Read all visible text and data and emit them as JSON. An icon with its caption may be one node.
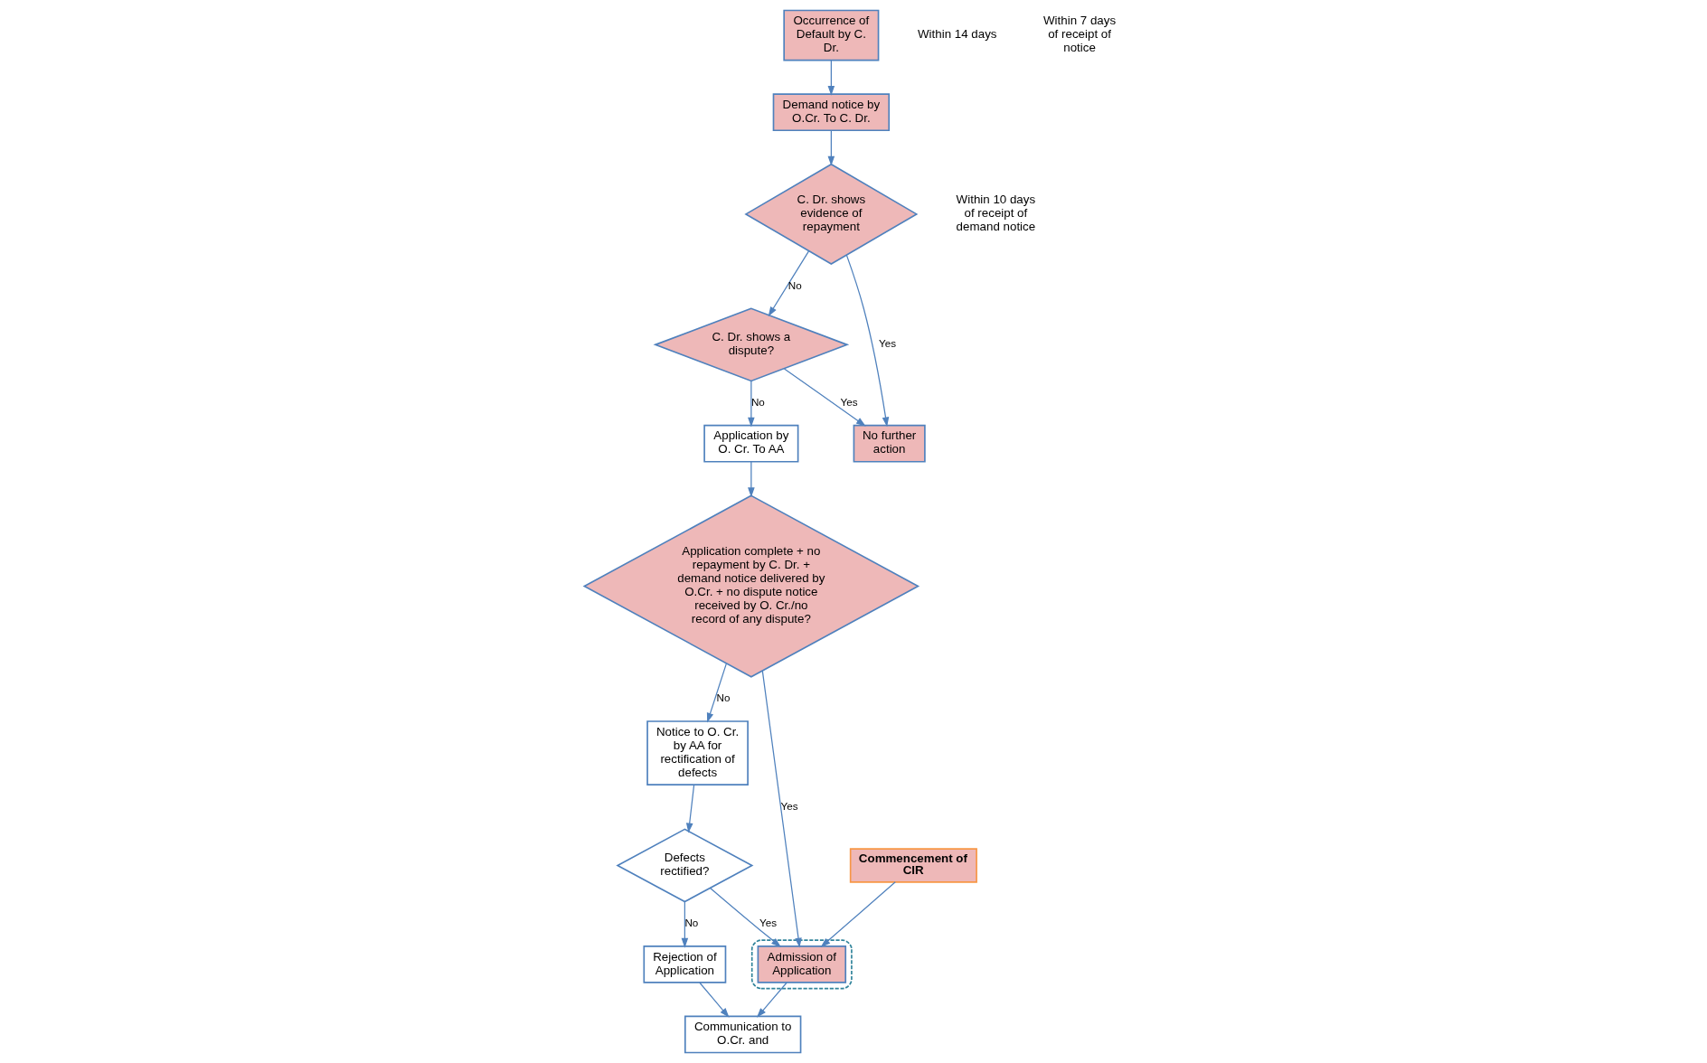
{
  "diagram": {
    "nodes": [
      {
        "text": [
          "Occurrence of Default by C. Dr."
        ]
      },
      {
        "text": [
          "Demand notice by O.Cr. To C. Dr."
        ]
      },
      {
        "text": [
          "C. Dr. shows evidence of repayment"
        ]
      },
      {
        "text": [
          "C. Dr. shows a dispute?"
        ]
      },
      {
        "text": [
          "No further action"
        ]
      },
      {
        "text": [
          "Application by O. Cr. To AA"
        ]
      },
      {
        "text": [
          "Application complete + no repayment by C. Dr. + demand notice delivered by O.Cr. + no dispute notice received by O. Cr./no record of any dispute?"
        ]
      },
      {
        "text": [
          "Notice to O. Cr. by AA for rectification of defects"
        ]
      },
      {
        "text": [
          "Defects rectified?"
        ]
      },
      {
        "text": [],
        "shape": "ellipse"
      },
      {
        "text": [
          "Admission of Application"
        ],
        "in": 9
      },
      {
        "text": [
          "Commencement of CIR"
        ]
      },
      {
        "text": [
          "Communication to O.Cr. and"
        ]
      },
      {
        "text": [
          "Rejection of Application"
        ]
      }
    ],
    "edges": [
      {
        "from": 0,
        "to": 1,
        "arrow": "to"
      },
      {
        "from": 1,
        "to": 2,
        "arrow": "to"
      },
      {
        "from": 2,
        "to": 4,
        "arrow": "to",
        "label": "Yes"
      },
      {
        "from": 2,
        "to": 3,
        "arrow": "to",
        "label": "No"
      },
      {
        "from": 3,
        "to": 4,
        "arrow": "to",
        "label": "Yes"
      },
      {
        "from": 3,
        "to": 5,
        "arrow": "to",
        "label": "No"
      },
      {
        "from": 5,
        "to": 6,
        "arrow": "to"
      },
      {
        "from": 6,
        "to": 7,
        "arrow": "to",
        "label": "No"
      },
      {
        "from": 6,
        "to": 10,
        "arrow": "to",
        "label": "Yes"
      },
      {
        "from": 7,
        "to": 8,
        "arrow": "to"
      },
      {
        "from": 8,
        "to": 10,
        "arrow": "to",
        "label": "Yes"
      },
      {
        "from": 8,
        "to": 13,
        "arrow": "to",
        "label": "No"
      },
      {
        "from": 10,
        "to": 12,
        "arrow": "to"
      },
      {
        "from": 13,
        "to": 12,
        "arrow": "to"
      },
      {
        "from": 11,
        "to": 10,
        "arrow": "to"
      }
    ],
    "labels": [
      "Within 10 days of receipt of demand notice",
      "Within 14 days",
      "Within 7 days of receipt of notice"
    ]
  }
}
